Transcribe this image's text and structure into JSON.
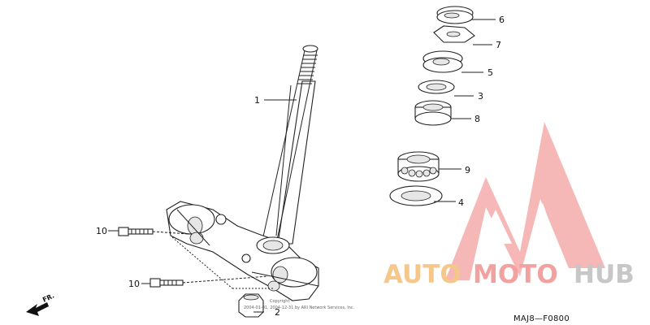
{
  "callouts": [
    {
      "id": "1",
      "text": "1"
    },
    {
      "id": "2",
      "text": "2"
    },
    {
      "id": "3",
      "text": "3"
    },
    {
      "id": "4",
      "text": "4"
    },
    {
      "id": "5",
      "text": "5"
    },
    {
      "id": "6",
      "text": "6"
    },
    {
      "id": "7",
      "text": "7"
    },
    {
      "id": "8",
      "text": "8"
    },
    {
      "id": "9",
      "text": "9"
    },
    {
      "id": "10a",
      "text": "10"
    },
    {
      "id": "10b",
      "text": "10"
    }
  ],
  "diagram_code": "MAJ8—F0800",
  "direction_label": "FR.",
  "copyright_line1": "Copyright",
  "copyright_line2": "2004-01-01, 2004-12-31 by ARI Network Services, Inc.",
  "watermark": {
    "part1": "AUTO",
    "part2": "MOTO",
    "part3": "HUB",
    "color1": "#f6c78b",
    "color2": "#f3a0a0",
    "color3": "#c7c7c7",
    "logo_color": "#f3a0a0"
  }
}
